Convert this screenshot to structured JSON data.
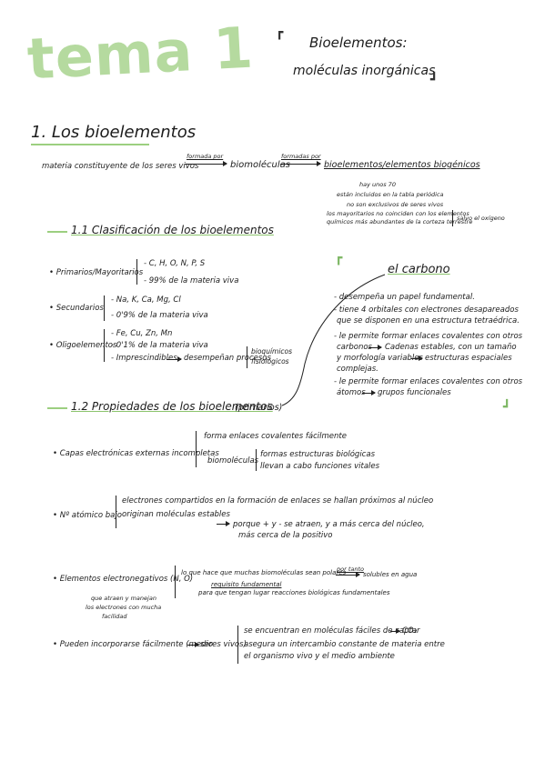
{
  "header": {
    "big_title": "tema 1",
    "title": "Bioelementos:",
    "subtitle": "moléculas inorgánicas"
  },
  "section1": {
    "heading": "1. Los bioelementos",
    "line_a": "materia constituyente de los seres vivos",
    "formado_por_1": "formada por",
    "biomoleculas": "biomoléculas",
    "formado_por_2": "formadas por",
    "bioelementos": "bioelementos/elementos biogénicos",
    "notes": [
      "hay unos 70",
      "están incluidos en la tabla periódica",
      "no son exclusivos de seres vivos",
      "los mayoritarios no coinciden con los elementos",
      "químicos más abundantes de la corteza terrestre"
    ],
    "salvo": "salvo el oxígeno"
  },
  "section11": {
    "heading": "1.1 Clasificación de los bioelementos",
    "primarios_label": "Primarios/Mayoritarios",
    "primarios_items": [
      "C, H, O, N, P, S",
      "99% de la materia viva"
    ],
    "secundarios_label": "Secundarios",
    "secundarios_items": [
      "Na, K, Ca, Mg, Cl",
      "0'9% de la materia viva"
    ],
    "oligo_label": "Oligoelementos",
    "oligo_items": [
      "Fe, Cu, Zn, Mn",
      "0'1% de la materia viva",
      "Imprescindibles"
    ],
    "desempenan": "desempeñan procesos",
    "procesos": [
      "bioquímicos",
      "fisiológicos"
    ]
  },
  "carbono": {
    "heading": "el carbono",
    "items": [
      "desempeña un papel fundamental.",
      "tiene 4 orbitales con electrones desapareados",
      "que se disponen en una estructura tetraédrica.",
      "le permite formar enlaces covalentes con otros",
      "carbonos",
      "Cadenas estables, con un tamaño",
      "y morfología variables",
      "estructuras espaciales",
      "complejas.",
      "le permite formar enlaces covalentes con otros",
      "átomos",
      "grupos funcionales"
    ]
  },
  "section12": {
    "heading": "1.2 Propiedades de los bioelementos",
    "heading_note": "(primarios)",
    "p1_label": "Capas electrónicas externas incompletas",
    "p1_items": [
      "forma enlaces covalentes fácilmente",
      "biomoléculas",
      "formas estructuras biológicas",
      "llevan a cabo funciones vitales"
    ],
    "p2_label": "Nº atómico bajo",
    "p2_items": [
      "electrones compartidos en la formación de enlaces se hallan próximos al núcleo",
      "originan moléculas estables",
      "porque + y - se atraen, y a más cerca del núcleo,",
      "más cerca de la positivo"
    ],
    "p3_label": "Elementos electronegativos (N, O)",
    "p3_items": [
      "lo que hace que muchas biomoléculas sean polares",
      "por tanto",
      "solubles en agua",
      "requisito fundamental",
      "para que tengan lugar reacciones biológicas fundamentales"
    ],
    "p3_note": [
      "que atraen y manejan",
      "los electrones con mucha",
      "facilidad"
    ],
    "p4_label": "Pueden incorporarse fácilmente (medio",
    "p4_label_end": "seres vivos)",
    "p4_items": [
      "se encuentran en moléculas fáciles de captar",
      "CO₂",
      "asegura un intercambio constante de materia entre",
      "el organismo vivo y el medio ambiente"
    ]
  }
}
